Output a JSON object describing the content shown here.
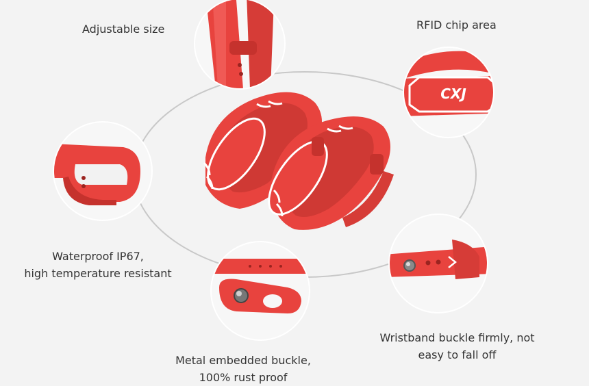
{
  "captions": {
    "adjustable": "Adjustable size",
    "rfid": "RFID chip area",
    "waterproof_line1": "Waterproof IP67,",
    "waterproof_line2": "high temperature resistant",
    "buckle_line1": "Wristband buckle firmly, not",
    "buckle_line2": "easy to fall off",
    "metal_line1": "Metal embedded buckle,",
    "metal_line2": "100% rust proof"
  },
  "chip_text": "CXJ",
  "colors": {
    "band_red": "#e8433e",
    "band_dark": "#c5322d",
    "background": "#f3f3f3",
    "orbit": "#c8c8c8",
    "text": "#333333"
  }
}
